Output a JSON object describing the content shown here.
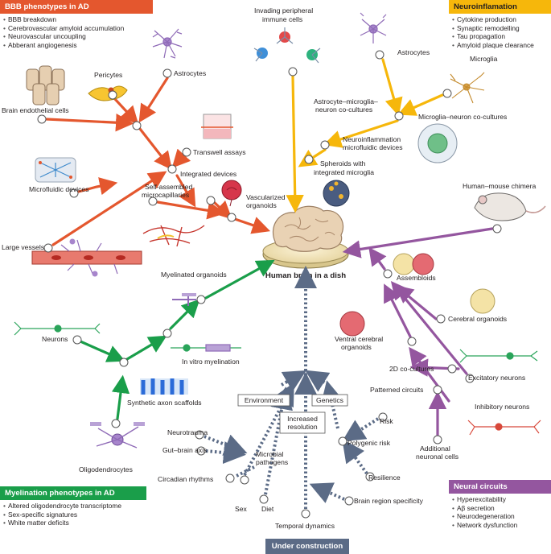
{
  "colors": {
    "bbb": "#e4572e",
    "neuroinflammation": "#f6b70b",
    "myelination": "#1a9e4a",
    "circuits": "#94569f",
    "construction": "#5b6b86",
    "node_stroke": "#555555"
  },
  "center": {
    "label": "Human brain in a dish"
  },
  "boxes": {
    "bbb": {
      "title": "BBB phenotypes in AD",
      "items": [
        "BBB breakdown",
        "Cerebrovascular amyloid accumulation",
        "Neurovascular uncoupling",
        "Abberant angiogenesis"
      ]
    },
    "neuroinflammation": {
      "title": "Neuroinflamation",
      "items": [
        "Cytokine production",
        "Synaptic remodelling",
        "Tau propagation",
        "Amyloid plaque clearance"
      ]
    },
    "myelination": {
      "title": "Myelination phenotypes in AD",
      "items": [
        "Altered oligodendrocyte transcriptome",
        "Sex-specific signatures",
        "White matter deficits"
      ]
    },
    "circuits": {
      "title": "Neural circuits",
      "items": [
        "Hyperexcitability",
        "Aβ secretion",
        "Neurodegeneration",
        "Network dysfunction"
      ]
    },
    "construction": {
      "title": "Under construction"
    }
  },
  "labels": {
    "brain_endothelial": "Brain endothelial cells",
    "pericytes": "Pericytes",
    "astrocytes_bbb": "Astrocytes",
    "transwell": "Transwell assays",
    "integrated": "Integrated devices",
    "microfluidic": "Microfluidic devices",
    "self_assembled_1": "Self-assembled",
    "self_assembled_2": "microcapillaries",
    "vascularized_1": "Vascularized",
    "vascularized_2": "organoids",
    "large_vessels": "Large vessels",
    "invading_1": "Invading peripheral",
    "invading_2": "immune cells",
    "astrocytes_ni": "Astrocytes",
    "microglia": "Microglia",
    "amn_1": "Astrocyte–microglia–",
    "amn_2": "neuron co-cultures",
    "mn": "Microglia–neuron co-cultures",
    "nmf_1": "Neuroinflammation",
    "nmf_2": "microfluidic devices",
    "spheroids_1": "Spheroids with",
    "spheroids_2": "integrated microglia",
    "chimera": "Human–mouse chimera",
    "assembloids": "Assembloids",
    "cerebral_organoids": "Cerebral organoids",
    "ventral_1": "Ventral cerebral",
    "ventral_2": "organoids",
    "coculture_2d": "2D co-cultures",
    "excitatory": "Excitatory neurons",
    "patterned": "Patterned circuits",
    "inhibitory": "Inhibitory neurons",
    "additional_1": "Additional",
    "additional_2": "neuronal cells",
    "myelinated": "Myelinated organoids",
    "neurons": "Neurons",
    "in_vitro_myelination": "In vitro myelination",
    "synthetic_axon": "Synthetic axon scaffolds",
    "oligodendrocytes": "Oligodendrocytes",
    "environment": "Environment",
    "genetics": "Genetics",
    "increased_1": "Increased",
    "increased_2": "resolution",
    "neurotrauma": "Neurotrauma",
    "gut_brain": "Gut–brain axis",
    "microbial_1": "Microbial",
    "microbial_2": "pathogens",
    "circadian": "Circadian rhythms",
    "sex": "Sex",
    "diet": "Diet",
    "temporal": "Temporal dynamics",
    "brain_region": "Brain region specificity",
    "risk": "Risk",
    "polygenic": "Polygenic risk",
    "resilience": "Resilience"
  }
}
